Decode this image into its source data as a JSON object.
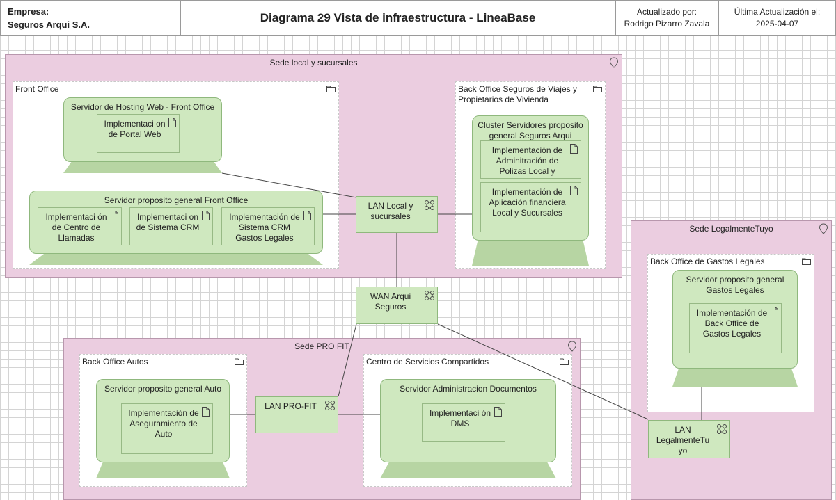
{
  "header": {
    "company_label": "Empresa:",
    "company_name": "Seguros Arqui S.A.",
    "title": "Diagrama 29 Vista de infraestructura - LineaBase",
    "updated_by_label": "Actualizado por:",
    "updated_by": "Rodrigo Pizarro Zavala",
    "last_update_label": "Última Actualización el:",
    "last_update": "2025-04-07"
  },
  "locations": {
    "local": "Sede local y sucursales",
    "legalmente": "Sede LegalmenteTuyo",
    "profit": "Sede PRO FIT"
  },
  "groups": {
    "front_office": "Front Office",
    "back_viajes": "Back Office Seguros de Viajes y Propietarios de Vivienda",
    "back_gastos": "Back Office de Gastos Legales",
    "back_autos": "Back Office Autos",
    "centro_servicios": "Centro de Servicios Compartidos"
  },
  "devices": {
    "hosting_web": "Servidor de Hosting Web - Front Office",
    "front_general": "Servidor proposito general Front Office",
    "cluster": "Cluster Servidores proposito general Seguros Arqui",
    "gastos_server": "Servidor proposito general Gastos Legales",
    "auto_server": "Servidor proposito general Auto",
    "docs_server": "Servidor Administracion Documentos"
  },
  "artifacts": {
    "portal_web": "Implementaci on de Portal Web",
    "centro_llamadas": "Implementaci ón de Centro de Llamadas",
    "sistema_crm": "Implementaci on de Sistema CRM",
    "crm_gastos": "Implementación de Sistema CRM Gastos Legales",
    "admin_polizas": "Implementación de Adminitración de Polizas Local y",
    "app_financiera": "Implementación de Aplicación financiera Local y Sucursales",
    "back_gastos_impl": "Implementación de Back Office de Gastos Legales",
    "aseguramiento_auto": "Implementación de Aseguramiento de Auto",
    "dms": "Implementaci ón DMS"
  },
  "networks": {
    "lan_local": "LAN Local y sucursales",
    "wan": "WAN Arqui Seguros",
    "lan_profit": "LAN PRO-FIT",
    "lan_legalmente": "LAN LegalmenteTu yo"
  },
  "colors": {
    "location_fill": "#ebcde0",
    "node_fill": "#cfe8bf",
    "node_base": "#b7d5a3",
    "connector": "#444444"
  },
  "icons": {
    "location": "map-pin-icon",
    "group": "folder-icon",
    "artifact": "document-icon",
    "network": "network-icon"
  }
}
